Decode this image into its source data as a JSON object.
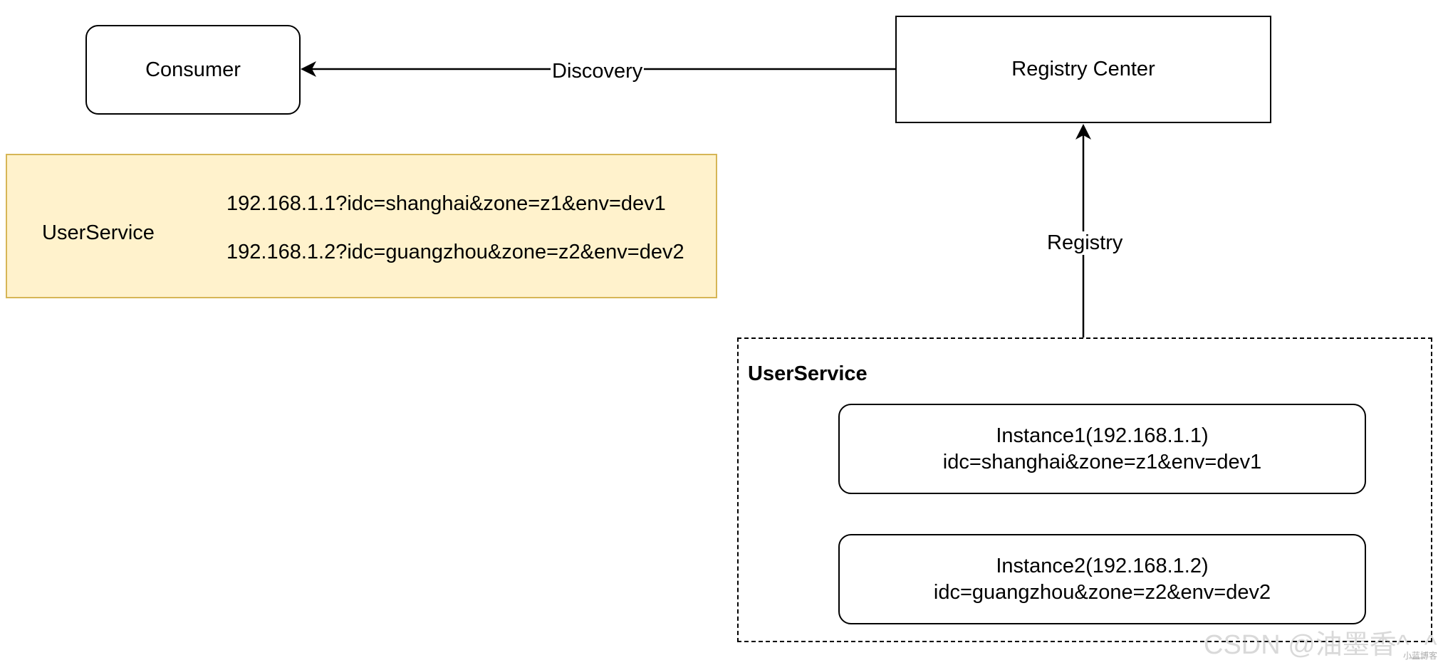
{
  "nodes": {
    "consumer": {
      "label": "Consumer"
    },
    "registry_center": {
      "label": "Registry Center"
    }
  },
  "edges": {
    "discovery": {
      "label": "Discovery",
      "from": "Registry Center",
      "to": "Consumer"
    },
    "registry": {
      "label": "Registry",
      "from": "UserService",
      "to": "Registry Center"
    }
  },
  "service_list_note": {
    "service_name": "UserService",
    "entries": [
      "192.168.1.1?idc=shanghai&zone=z1&env=dev1",
      "192.168.1.2?idc=guangzhou&zone=z2&env=dev2"
    ],
    "fill_color": "#fff2cc",
    "border_color": "#d6b656"
  },
  "service_group": {
    "title": "UserService",
    "instances": [
      {
        "line1": "Instance1(192.168.1.1)",
        "line2": "idc=shanghai&zone=z1&env=dev1"
      },
      {
        "line1": "Instance2(192.168.1.2)",
        "line2": "idc=guangzhou&zone=z2&env=dev2"
      }
    ]
  },
  "watermark": {
    "main": "CSDN @油墨香^_^",
    "small": "小蓝博客"
  }
}
